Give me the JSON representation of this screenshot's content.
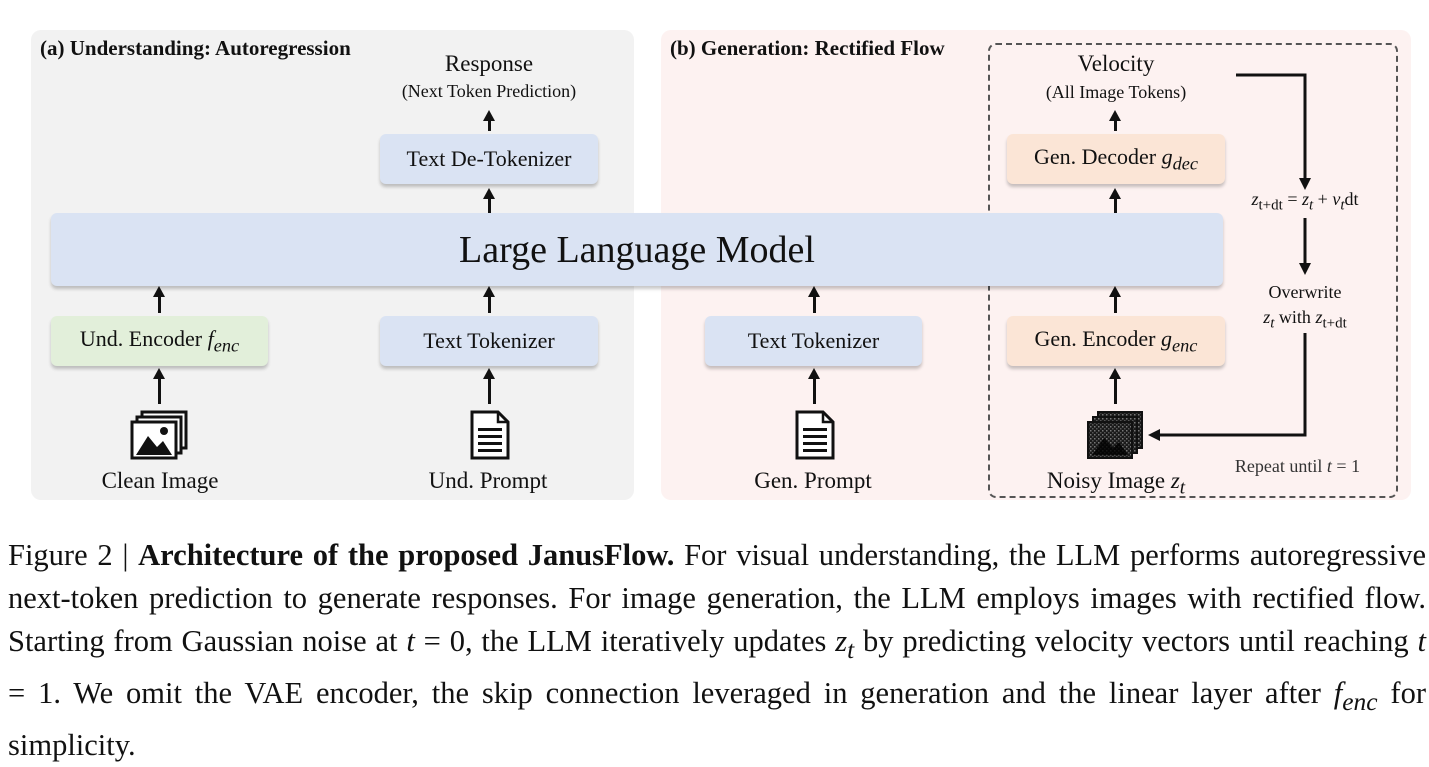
{
  "panel_a": {
    "title": "(a) Understanding: Autoregression",
    "response_label": "Response",
    "response_sub": "(Next Token Prediction)",
    "text_detokenizer": "Text De-Tokenizer",
    "und_encoder": "Und. Encoder ",
    "und_encoder_sym": "f",
    "und_encoder_sub": "enc",
    "text_tokenizer": "Text Tokenizer",
    "clean_image": "Clean Image",
    "und_prompt": "Und. Prompt"
  },
  "llm": {
    "label": "Large Language Model"
  },
  "panel_b": {
    "title": "(b) Generation: Rectified Flow",
    "velocity_label": "Velocity",
    "velocity_sub": "(All Image Tokens)",
    "gen_decoder": "Gen. Decoder ",
    "gen_decoder_sym": "g",
    "gen_decoder_sub": "dec",
    "gen_encoder": "Gen. Encoder ",
    "gen_encoder_sym": "g",
    "gen_encoder_sub": "enc",
    "text_tokenizer": "Text Tokenizer",
    "gen_prompt": "Gen. Prompt",
    "noisy_image": "Noisy Image ",
    "noisy_sym": "z",
    "noisy_sub": "t",
    "update_rule": {
      "lhs": "z",
      "lhs_sub": "t+dt",
      "eq": " = ",
      "z": "z",
      "z_sub": "t",
      "plus": " + ",
      "v": "v",
      "v_sub": "t",
      "dt": "dt"
    },
    "overwrite_1": "Overwrite",
    "overwrite_2_z": "z",
    "overwrite_2_zsub": "t",
    "overwrite_2_with": " with ",
    "overwrite_2_z2": "z",
    "overwrite_2_z2sub": "t+dt",
    "repeat_text": "Repeat until ",
    "repeat_var": "t",
    "repeat_eq": " = 1"
  },
  "caption": {
    "prefix": "Figure 2 | ",
    "bold": "Architecture of the proposed JanusFlow.",
    "p1": " For visual understanding, the LLM performs autoregressive next-token prediction to generate responses. For image generation, the LLM employs images with rectified flow. Starting from Gaussian noise at ",
    "t0_var": "t",
    "t0": " = 0, the LLM iteratively updates ",
    "zt_var": "z",
    "zt_sub": "t",
    "p2": " by predicting velocity vectors until reaching ",
    "t1_var": "t",
    "t1": " = 1. We omit the VAE encoder, the skip connection leveraged in generation and the linear layer after ",
    "f_var": "f",
    "f_sub": "enc",
    "p3": " for simplicity."
  },
  "icons": {
    "clean_image": "image-stack-icon",
    "und_prompt": "document-icon",
    "gen_prompt": "document-icon",
    "noisy_image": "noisy-image-stack-icon"
  }
}
